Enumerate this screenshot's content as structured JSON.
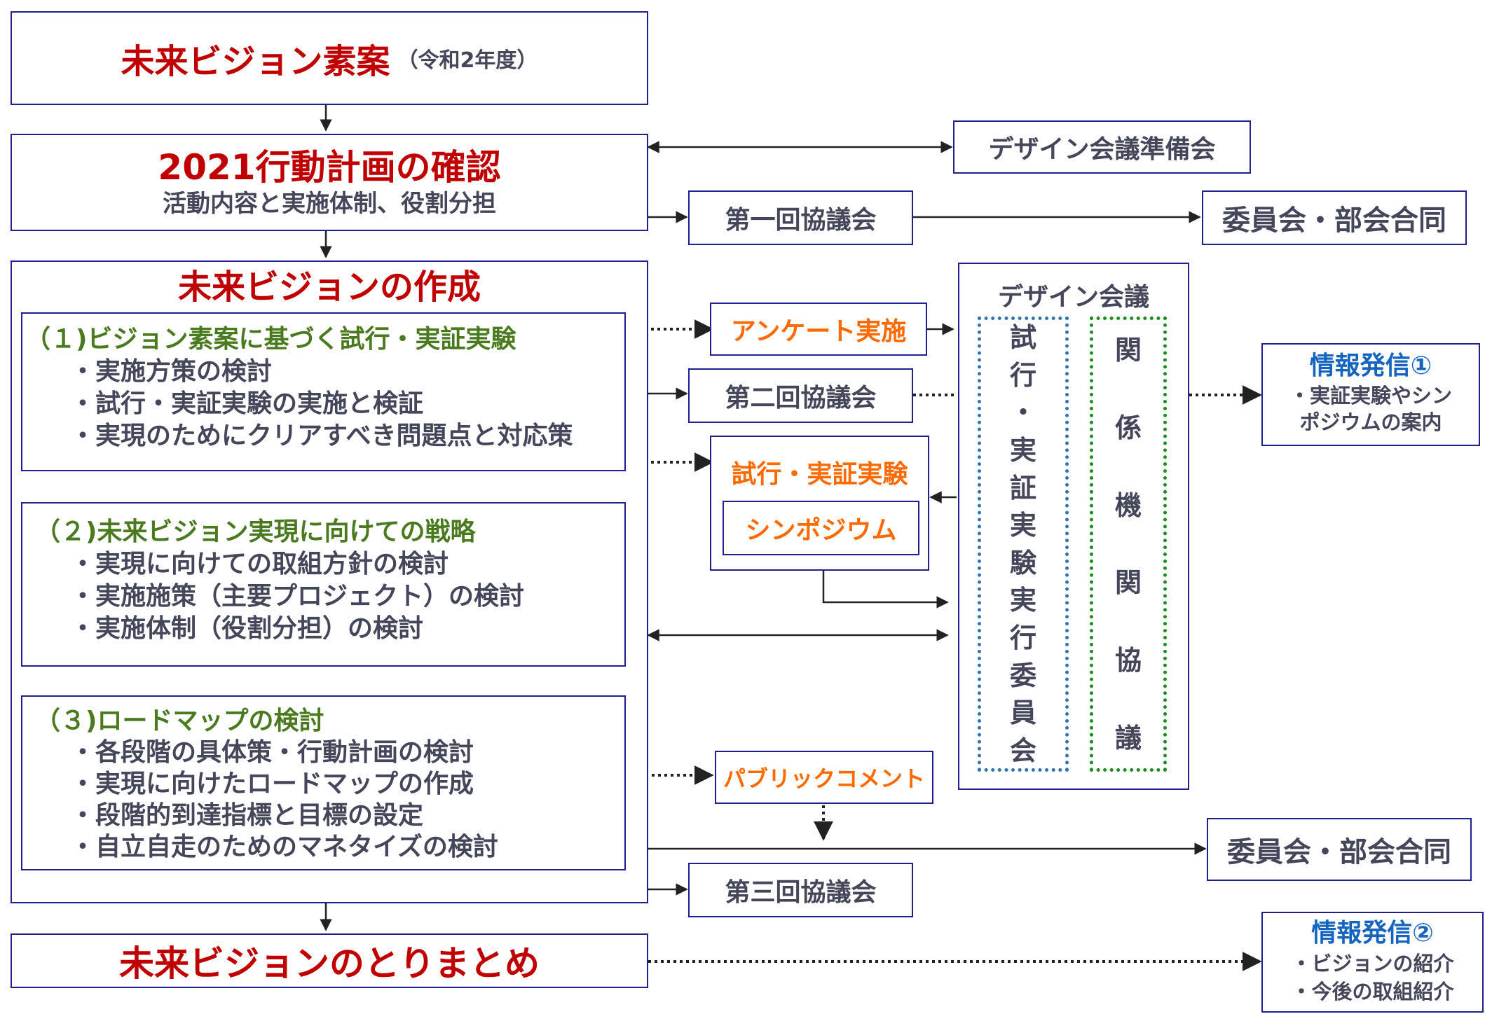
{
  "draft": {
    "title": "未来ビジョン素案",
    "note": "（令和2年度）"
  },
  "confirm": {
    "title": "2021行動計画の確認",
    "subtitle": "活動内容と実施体制、役割分担"
  },
  "create": {
    "title": "未来ビジョンの作成",
    "sections": [
      {
        "heading": "（１)ビジョン素案に基づく試行・実証実験",
        "items": [
          "・実施方策の検討",
          "・試行・実証実験の実施と検証",
          "・実現のためにクリアすべき問題点と対応策"
        ]
      },
      {
        "heading": "（２)未来ビジョン実現に向けての戦略",
        "items": [
          "・実現に向けての取組方針の検討",
          "・実施施策（主要プロジェクト）の検討",
          "・実施体制（役割分担）の検討"
        ]
      },
      {
        "heading": "（３)ロードマップの検討",
        "items": [
          "・各段階の具体策・行動計画の検討",
          "・実現に向けたロードマップの作成",
          "・段階的到達指標と目標の設定",
          "・自立自走のためのマネタイズの検討"
        ]
      }
    ]
  },
  "summary": {
    "title": "未来ビジョンのとりまとめ"
  },
  "prep_meeting": "デザイン会議準備会",
  "council_1": "第一回協議会",
  "council_2": "第二回協議会",
  "council_3": "第三回協議会",
  "joint_1": "委員会・部会合同",
  "joint_2": "委員会・部会合同",
  "survey": "アンケート実施",
  "trial": {
    "title": "試行・実証実験",
    "symposium": "シンポジウム"
  },
  "public_comment": "パブリックコメント",
  "design_meeting": {
    "title": "デザイン会議",
    "committee_chars": [
      "試",
      "行",
      "・",
      "実",
      "証",
      "実",
      "験",
      "実",
      "行",
      "委",
      "員",
      "会"
    ],
    "related_chars": [
      "関",
      "係",
      "機",
      "関",
      "協",
      "議"
    ]
  },
  "info_1": {
    "title": "情報発信①",
    "lines": [
      "・実証実験やシン",
      "ポジウムの案内"
    ]
  },
  "info_2": {
    "title": "情報発信②",
    "lines": [
      "・ビジョンの紹介",
      "・今後の取組紹介"
    ]
  },
  "colors": {
    "border": "#1f1f8f",
    "title_red": "#c00000",
    "heading_green": "#4a7a1e",
    "accent_orange": "#ff6a00",
    "info_blue": "#1565c0",
    "text": "#44475a",
    "dot_blue": "#2e75b6",
    "dot_green": "#1a8f1a"
  }
}
